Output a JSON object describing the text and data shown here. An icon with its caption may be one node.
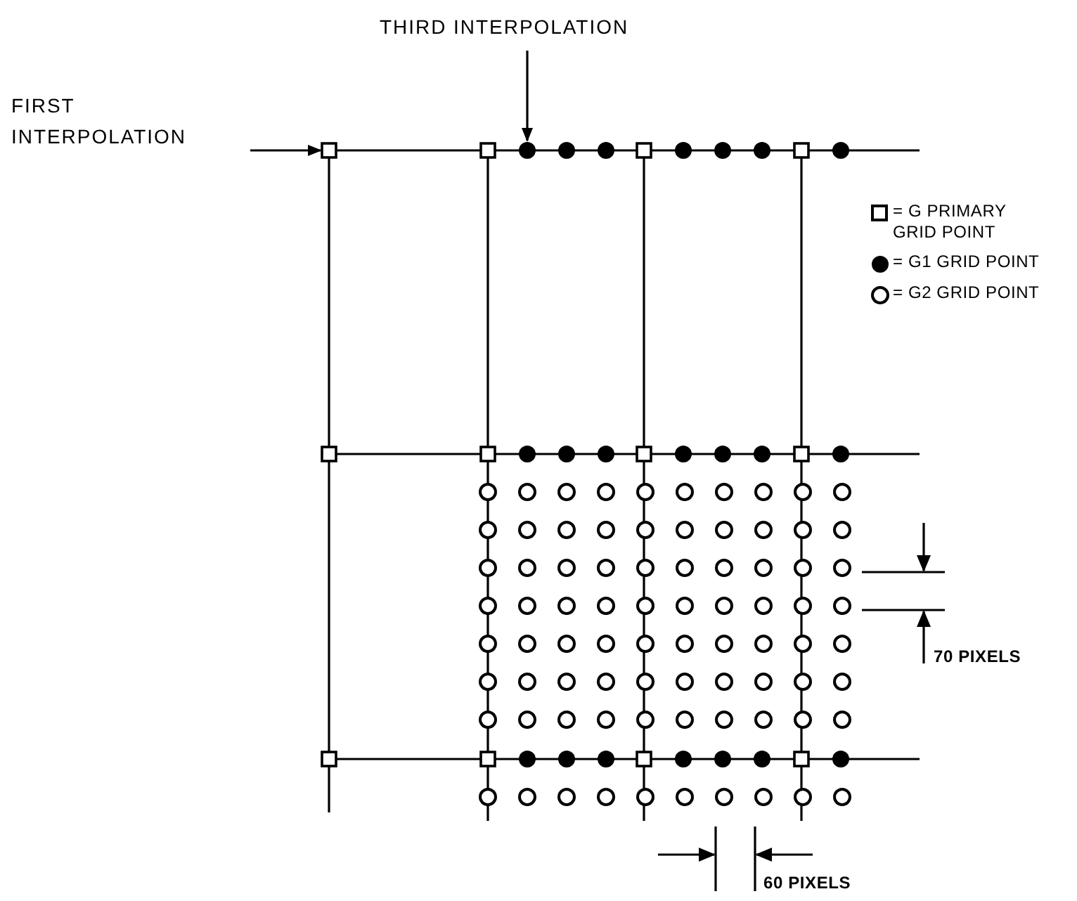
{
  "diagram": {
    "nodes": [
      {
        "text": [
          "FIRST INTERPOLATION"
        ]
      },
      {
        "text": [
          "THIRD INTERPOLATION"
        ]
      },
      {
        "text": [],
        "shape": "box"
      },
      {
        "text": [],
        "shape": "circle"
      }
    ],
    "edges": [
      {
        "from": 0,
        "to": 2,
        "arrow": "to"
      },
      {
        "from": 1,
        "to": 3,
        "arrow": "to"
      }
    ],
    "labels": [
      "70 PIXELS",
      "60 PIXELS"
    ],
    "legend": [
      {
        "text": "= G PRIMARY GRID POINT"
      },
      {
        "text": "= G1 GRID POINT"
      },
      {
        "text": "= G2 GRID POINT"
      }
    ]
  }
}
